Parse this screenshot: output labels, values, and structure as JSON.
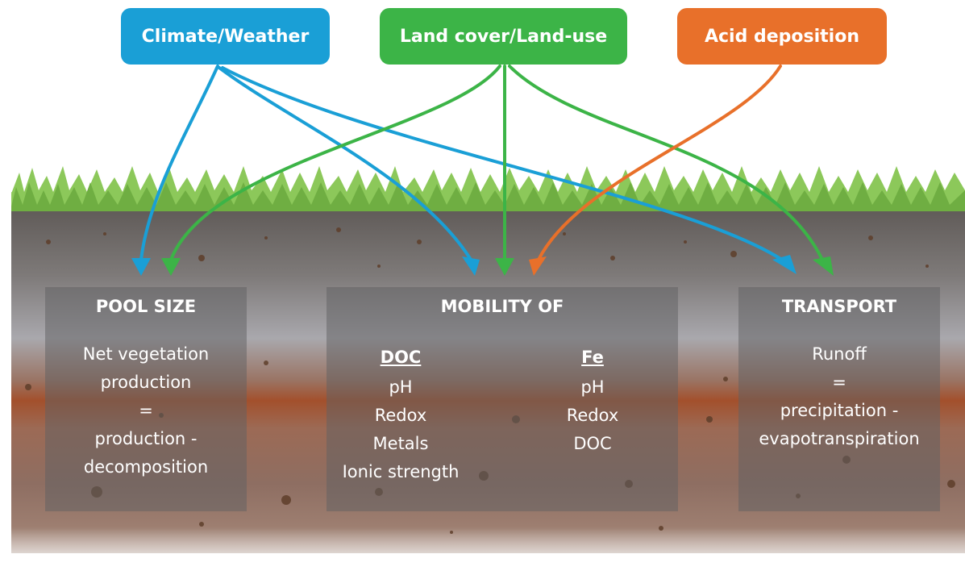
{
  "drivers": {
    "climate": {
      "label": "Climate/Weather",
      "color": "#1a9fd6"
    },
    "landcover": {
      "label": "Land cover/Land-use",
      "color": "#3cb447"
    },
    "acid": {
      "label": "Acid deposition",
      "color": "#e8702a"
    }
  },
  "panels": {
    "pool": {
      "title": "POOL SIZE",
      "lines": [
        "Net vegetation",
        "production",
        "=",
        "production -",
        "decomposition"
      ]
    },
    "mobility": {
      "title": "MOBILITY OF",
      "doc": {
        "heading": "DOC",
        "items": [
          "pH",
          "Redox",
          "Metals",
          "Ionic strength"
        ]
      },
      "fe": {
        "heading": "Fe",
        "items": [
          "pH",
          "Redox",
          "DOC"
        ]
      }
    },
    "transport": {
      "title": "TRANSPORT",
      "lines": [
        "Runoff",
        "=",
        "precipitation -",
        "evapotranspiration"
      ]
    }
  }
}
